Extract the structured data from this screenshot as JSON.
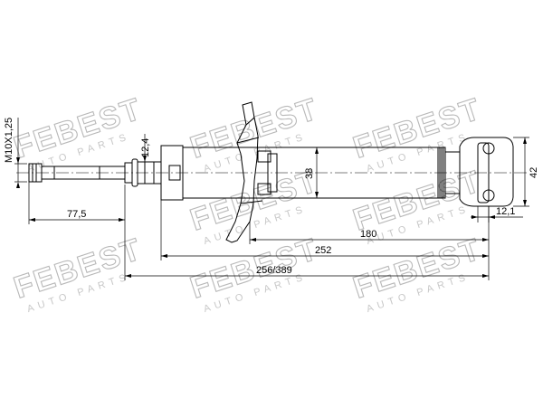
{
  "watermark": {
    "brand": "FEBEST",
    "tagline": "AUTO PARTS"
  },
  "dimensions": {
    "thread": "M10X1,25",
    "rod_length": "77,5",
    "rod_shoulder": "12,4",
    "body_diameter": "38",
    "body_to_eye": "180",
    "eye_center_distance": "252",
    "overall_length": "256/389",
    "eye_height": "42",
    "eye_width": "12,1"
  }
}
